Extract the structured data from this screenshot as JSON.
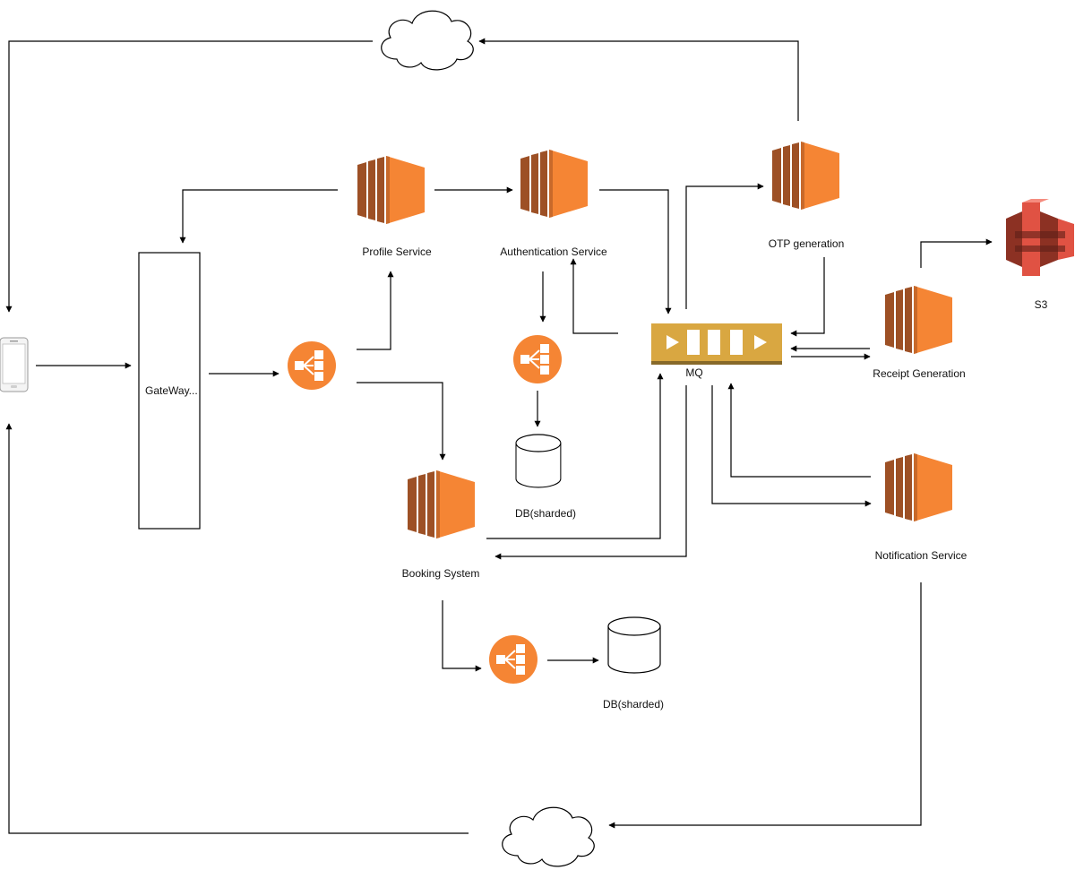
{
  "labels": {
    "gateway": "GateWay...",
    "profile_service": "Profile Service",
    "authentication_service": "Authentication Service",
    "otp_generation": "OTP generation",
    "s3": "S3",
    "mq": "MQ",
    "receipt_generation": "Receipt Generation",
    "db_auth": "DB(sharded)",
    "booking_system": "Booking System",
    "notification_service": "Notification Service",
    "db_booking": "DB(sharded)"
  },
  "colors": {
    "ec2_orange": "#F58534",
    "ec2_dark": "#9D5025",
    "elb_orange": "#F58534",
    "s3_red": "#E05243",
    "s3_dark": "#8C3123",
    "mq_gold": "#D9A741",
    "mq_dark": "#876929",
    "edge": "#000000"
  },
  "icons": {
    "client": "smartphone-icon",
    "ec2": "ec2-instance-icon",
    "elb": "load-balancer-icon",
    "queue": "message-queue-icon",
    "storage": "s3-bucket-icon",
    "db": "database-cylinder-icon",
    "cloud": "cloud-icon"
  }
}
